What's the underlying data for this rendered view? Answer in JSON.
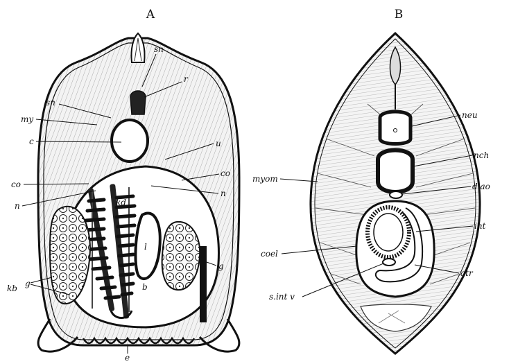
{
  "figure": {
    "panels": [
      {
        "letter": "A"
      },
      {
        "letter": "B"
      }
    ],
    "labels_a": {
      "sn_top": "sn",
      "r": "r",
      "sn_left": "sn",
      "my": "my",
      "c": "c",
      "u": "u",
      "co_right": "co",
      "co_left": "co",
      "n_right": "n",
      "n_left": "n",
      "kd": "kd",
      "l": "l",
      "b": "b",
      "g": "g",
      "g_small": "g",
      "kb": "kb",
      "e": "e"
    },
    "labels_b": {
      "neu": "neu",
      "nch": "nch",
      "myom": "myom",
      "d_ao": "d.ao",
      "int": "int",
      "coel": "coel",
      "atr": "atr",
      "s_int_v": "s.int v"
    }
  },
  "colors": {
    "ink": "#111111",
    "paper": "#ffffff",
    "muscle": "#e8e8e8"
  }
}
